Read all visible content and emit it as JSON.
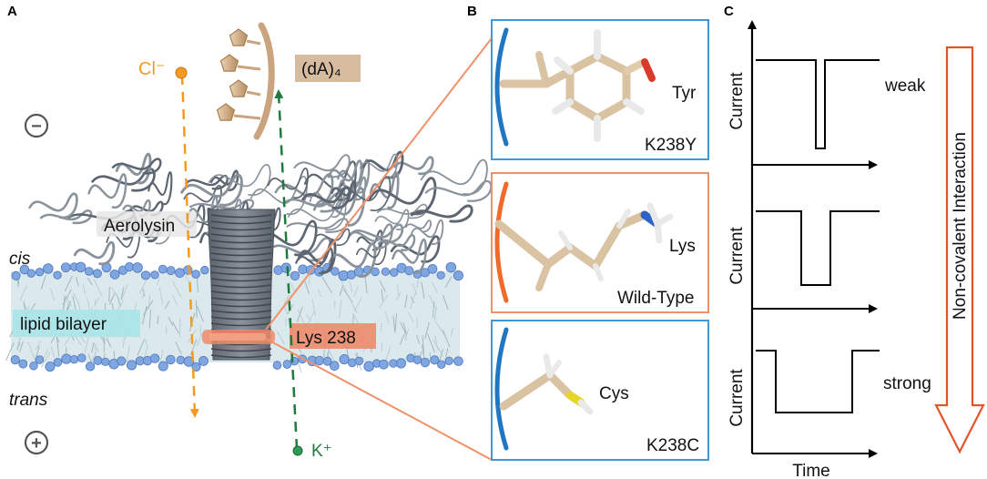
{
  "panels": {
    "a": "A",
    "b": "B",
    "c": "C"
  },
  "panel_a": {
    "chloride_label": "Cl⁻",
    "dna_label": "(dA)₄",
    "pore_label": "Aerolysin",
    "cis_label": "cis",
    "trans_label": "trans",
    "bilayer_label": "lipid bilayer",
    "residue_label": "Lys 238",
    "potassium_label": "K⁺",
    "minus_symbol": "−",
    "plus_symbol": "+",
    "colors": {
      "chloride": "#f39a22",
      "potassium": "#1f7a3e",
      "dna": "#c9a47e",
      "lipid_head": "#7fa6e0",
      "residue": "#ee8a6a",
      "bilayer_label_bg": "#a9e4e9",
      "protein": "#6f7883"
    }
  },
  "panel_b": {
    "boxes": [
      {
        "residue": "Tyr",
        "variant": "K238Y",
        "border": "#3e9ad6",
        "bar": "#1f77c4"
      },
      {
        "residue": "Lys",
        "variant": "Wild-Type",
        "border": "#f0916a",
        "bar": "#f06a2a"
      },
      {
        "residue": "Cys",
        "variant": "K238C",
        "border": "#3e9ad6",
        "bar": "#1f77c4"
      }
    ]
  },
  "panel_c": {
    "ylabel": "Current",
    "xlabel": "Time",
    "arrow_label": "Non-covalent Interaction",
    "arrow_color": "#e2542a",
    "strengths": [
      "weak",
      "",
      "strong"
    ]
  }
}
